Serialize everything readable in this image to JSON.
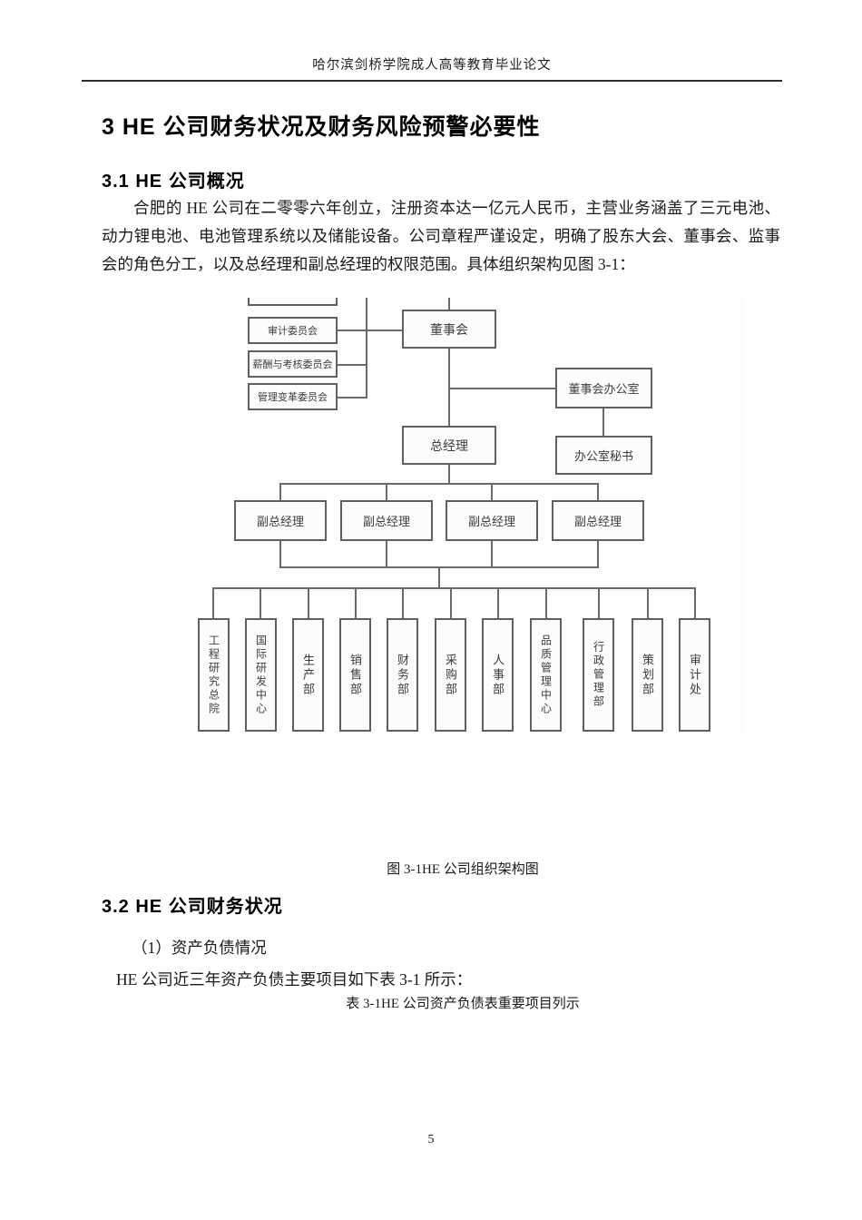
{
  "page": {
    "header": "哈尔滨剑桥学院成人高等教育毕业论文",
    "page_number": "5"
  },
  "sections": {
    "h1": "3 HE 公司财务状况及财务风险预警必要性",
    "h2_1": "3.1  HE 公司概况",
    "para1": "合肥的 HE 公司在二零零六年创立，注册资本达一亿元人民币，主营业务涵盖了三元电池、动力锂电池、电池管理系统以及储能设备。公司章程严谨设定，明确了股东大会、董事会、监事会的角色分工，以及总经理和副总经理的权限范围。具体组织架构见图 3-1：",
    "fig_caption": "图 3-1HE 公司组织架构图",
    "h2_2": "3.2  HE 公司财务状况",
    "item1": "（1）资产负债情况",
    "para2": "HE 公司近三年资产负债主要项目如下表 3-1 所示：",
    "table_caption": "表 3-1HE 公司资产负债表重要项目列示"
  },
  "org_chart": {
    "committees": [
      "审计委员会",
      "薪酬与考核委员会",
      "管理变革委员会"
    ],
    "board": "董事会",
    "board_office": "董事会办公室",
    "general_manager": "总经理",
    "office_secretary": "办公室秘书",
    "deputy_gm": [
      "副总经理",
      "副总经理",
      "副总经理",
      "副总经理"
    ],
    "departments": [
      "工程研究总院",
      "国际研发中心",
      "生产部",
      "销售部",
      "财务部",
      "采购部",
      "人事部",
      "品质管理中心",
      "行政管理部",
      "策划部",
      "审计处"
    ]
  },
  "colors": {
    "text": "#1a1a1a",
    "header_rule": "#2b2b2b",
    "chart_line": "#6a6a6a",
    "chart_border": "#606060",
    "chart_text": "#3c3c3c",
    "page_bg": "#ffffff"
  }
}
